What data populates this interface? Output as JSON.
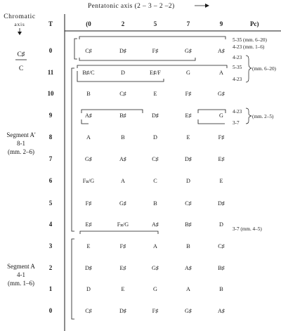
{
  "header": {
    "chromatic_axis": [
      "Chromatic",
      "axis"
    ],
    "pentatonic_axis": "Pentatonic axis (2 – 3 – 2 –2)",
    "t_label": "T",
    "pc_label": "Pc)",
    "columns": [
      "(0",
      "2",
      "5",
      "7",
      "9"
    ]
  },
  "left_labels": {
    "csharp_over_c": [
      "C♯",
      "C"
    ],
    "segment_a_prime": [
      "Segment A'",
      "8-1",
      "(mm. 2–6)"
    ],
    "segment_a": [
      "Segment A",
      "4-1",
      "(mm. 1–6)"
    ]
  },
  "rows": [
    {
      "t": "0",
      "notes": [
        "C♯",
        "D♯",
        "F♯",
        "G♯",
        "A♯"
      ]
    },
    {
      "t": "11",
      "notes": [
        "B♯/C",
        "D",
        "E♯/F",
        "G",
        "A"
      ]
    },
    {
      "t": "10",
      "notes": [
        "B",
        "C♯",
        "E",
        "F♯",
        "G♯"
      ]
    },
    {
      "t": "9",
      "notes": [
        "A♯",
        "B♯",
        "D♯",
        "E♯",
        "G"
      ]
    },
    {
      "t": "8",
      "notes": [
        "A",
        "B",
        "D",
        "E",
        "F♯"
      ]
    },
    {
      "t": "7",
      "notes": [
        "G♯",
        "A♯",
        "C♯",
        "D♯",
        "E♯"
      ]
    },
    {
      "t": "6",
      "notes": [
        "F𝄪/G",
        "A",
        "C",
        "D",
        "E"
      ]
    },
    {
      "t": "5",
      "notes": [
        "F♯",
        "G♯",
        "B",
        "C♯",
        "D♯"
      ]
    },
    {
      "t": "4",
      "notes": [
        "E♯",
        "F𝄪/G",
        "A♯",
        "B♯",
        "D"
      ]
    },
    {
      "t": "3",
      "notes": [
        "E",
        "F♯",
        "A",
        "B",
        "C♯"
      ]
    },
    {
      "t": "2",
      "notes": [
        "D♯",
        "E♯",
        "G♯",
        "A♯",
        "B♯"
      ]
    },
    {
      "t": "1",
      "notes": [
        "D",
        "E",
        "G",
        "A",
        "B"
      ]
    },
    {
      "t": "0",
      "notes": [
        "C♯",
        "D♯",
        "F♯",
        "G♯",
        "A♯"
      ]
    }
  ],
  "annotations": {
    "r0_a": "5-35 (mm. 6–20)",
    "r0_b": "4-23 (mm. 1–6)",
    "r1_a": "4-23",
    "r1_b": "5-35",
    "r1_c": "4-23",
    "r1_range": "(mm. 6–20)",
    "r3_a": "4-23",
    "r3_range": "(mm. 2–5)",
    "r3_b": "3-7",
    "r8_a": "3-7 (mm. 4–5)"
  }
}
